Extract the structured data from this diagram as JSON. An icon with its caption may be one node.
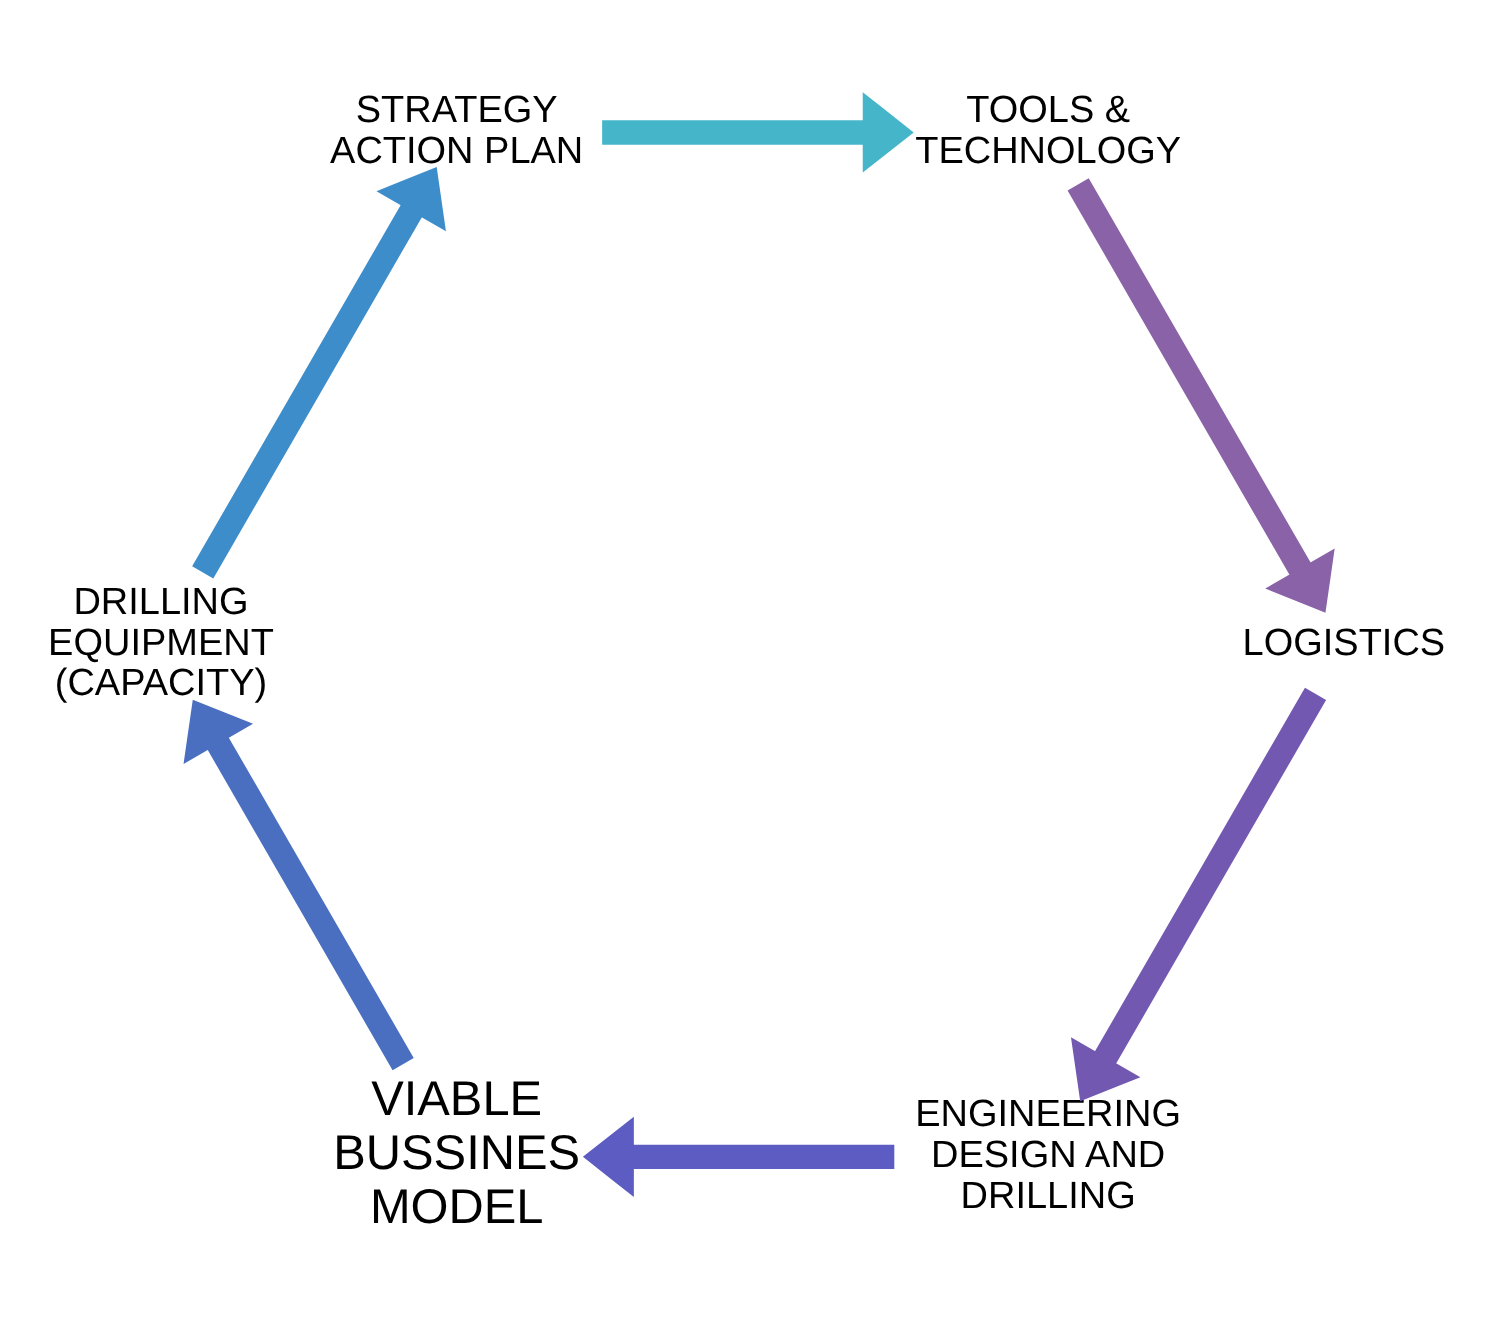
{
  "diagram": {
    "nodes": [
      {
        "text": [
          "STRATEGY ACTION PLAN"
        ]
      },
      {
        "text": [
          "TOOLS & TECHNOLOGY"
        ]
      },
      {
        "text": [
          "LOGISTICS"
        ]
      },
      {
        "text": [
          "ENGINEERING DESIGN AND DRILLING"
        ]
      },
      {
        "text": [
          "VIABLE BUSSINES MODEL"
        ]
      },
      {
        "text": [
          "DRILLING EQUIPMENT (CAPACITY)"
        ]
      }
    ],
    "edges": [
      {
        "from": 0,
        "to": 1,
        "arrow": "to",
        "color": "#45b5c9"
      },
      {
        "from": 1,
        "to": 2,
        "arrow": "to",
        "color": "#8a62a8"
      },
      {
        "from": 2,
        "to": 3,
        "arrow": "to",
        "color": "#7258b0"
      },
      {
        "from": 3,
        "to": 4,
        "arrow": "to",
        "color": "#5c5cc2"
      },
      {
        "from": 4,
        "to": 5,
        "arrow": "to",
        "color": "#4a6fc0"
      },
      {
        "from": 5,
        "to": 0,
        "arrow": "to",
        "color": "#3d8dcb"
      }
    ]
  }
}
